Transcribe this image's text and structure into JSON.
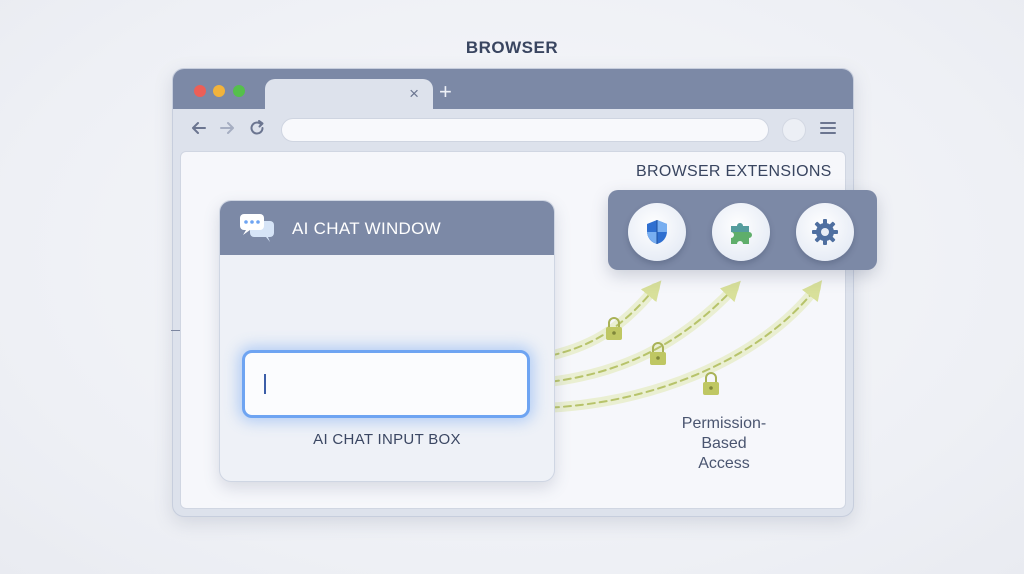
{
  "diagram": {
    "browser_label": "BROWSER",
    "tab": {
      "close_glyph": "×",
      "new_tab_glyph": "+"
    },
    "chat_window": {
      "title": "AI CHAT WINDOW",
      "icon": "chat-bubbles-icon",
      "input_label": "AI CHAT INPUT BOX"
    },
    "extensions": {
      "title": "BROWSER EXTENSIONS",
      "items": [
        {
          "name": "shield",
          "icon": "shield-icon"
        },
        {
          "name": "puzzle",
          "icon": "puzzle-icon"
        },
        {
          "name": "settings",
          "icon": "gear-icon"
        }
      ]
    },
    "permission_label": [
      "Permission-",
      "Based",
      "Access"
    ],
    "colors": {
      "frame": "#7c89a6",
      "input_glow": "#6ea4f2",
      "arrow": "#c9d58a",
      "lock": "#b8c05e",
      "shield_blue": "#2f6fd0",
      "puzzle_green": "#5fae6b"
    }
  }
}
